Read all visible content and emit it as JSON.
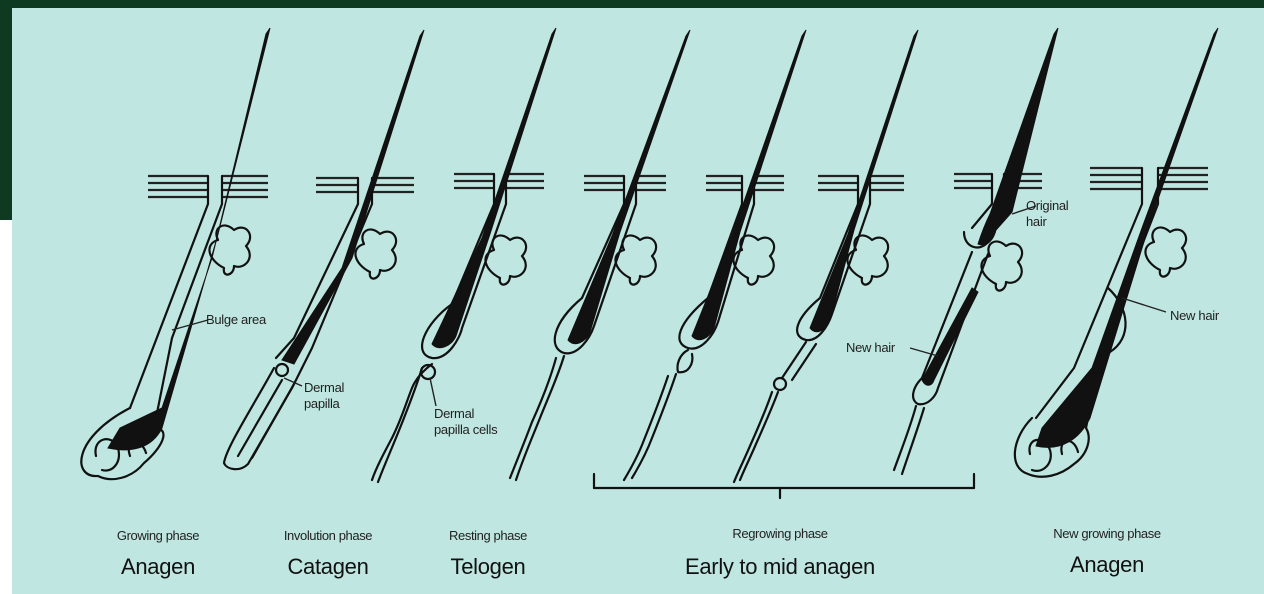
{
  "annotations": {
    "bulge_area": "Bulge area",
    "dermal_papilla": "Dermal papilla",
    "dermal_papilla_cells": "Dermal papilla cells",
    "new_hair_left": "New hair",
    "original_hair": "Original hair",
    "new_hair_right": "New hair"
  },
  "phases": [
    {
      "phase": "Growing phase",
      "name": "Anagen"
    },
    {
      "phase": "Involution phase",
      "name": "Catagen"
    },
    {
      "phase": "Resting phase",
      "name": "Telogen"
    },
    {
      "phase": "Regrowing phase",
      "name": "Early to mid anagen"
    },
    {
      "phase": "New growing phase",
      "name": "Anagen"
    }
  ],
  "colors": {
    "background": "#bfe6e0",
    "ink": "#111111",
    "frame": "#0f3a22"
  }
}
